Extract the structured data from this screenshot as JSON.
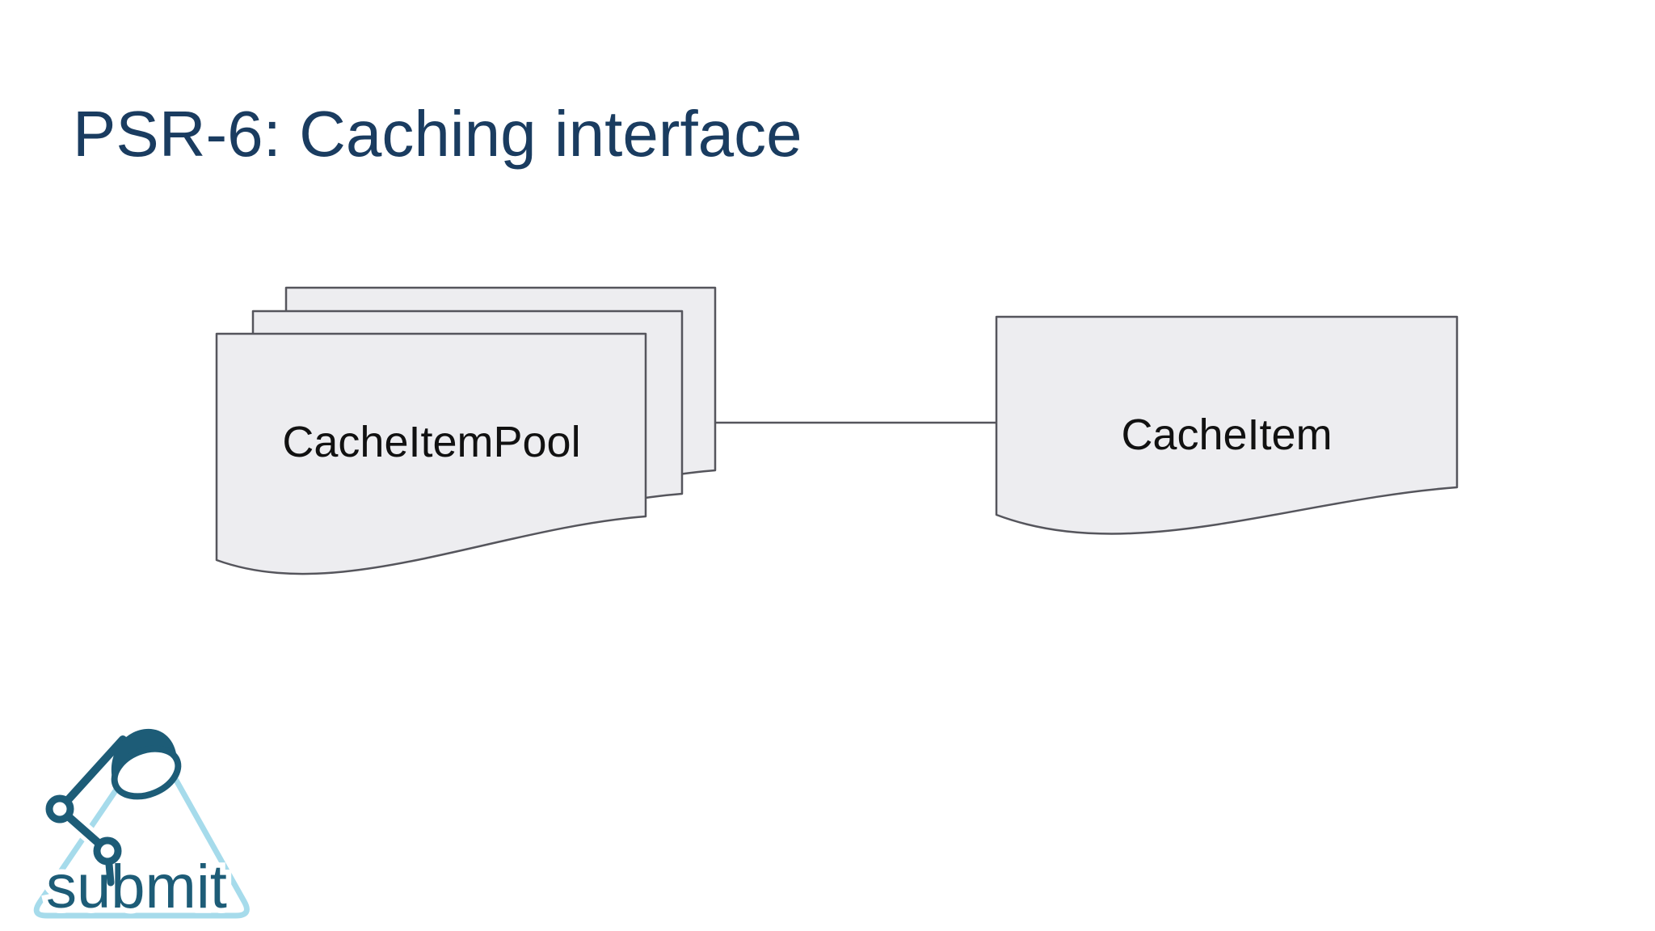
{
  "slide": {
    "title": "PSR-6: Caching interface",
    "title_color": "#1a3c60",
    "background_color": "#ffffff"
  },
  "diagram": {
    "shape_fill": "#ededf0",
    "shape_stroke": "#55555c",
    "connector_color": "#55555c",
    "label_color": "#111111",
    "nodes": [
      {
        "id": "cache-item-pool",
        "label": "CacheItemPool",
        "shape": "document",
        "stacked": true,
        "stack_count": 3
      },
      {
        "id": "cache-item",
        "label": "CacheItem",
        "shape": "document",
        "stacked": false,
        "stack_count": 1
      }
    ],
    "connectors": [
      {
        "from": "cache-item-pool",
        "to": "cache-item",
        "type": "plain-line"
      }
    ]
  },
  "logo": {
    "text": "submit",
    "text_color": "#1d5c77",
    "lamp_color": "#1d5c77",
    "triangle_color": "#a6dbeb"
  }
}
